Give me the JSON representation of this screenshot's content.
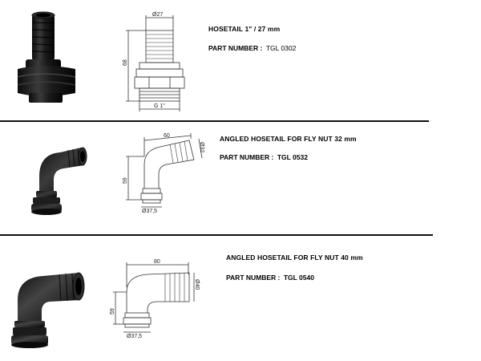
{
  "products": [
    {
      "title": "HOSETAIL 1\" / 27 mm",
      "part_label": "PART NUMBER :",
      "part_number": "TGL 0302",
      "dims": {
        "diameter": "Ø27",
        "height": "68",
        "thread": "G 1\""
      }
    },
    {
      "title": "ANGLED HOSETAIL FOR FLY NUT 32 mm",
      "part_label": "PART NUMBER :",
      "part_number": "TGL 0532",
      "dims": {
        "width": "60",
        "diameter": "Ø32",
        "height": "59",
        "base": "Ø37,5"
      }
    },
    {
      "title": "ANGLED HOSETAIL FOR FLY NUT 40 mm",
      "part_label": "PART NUMBER :",
      "part_number": "TGL 0540",
      "dims": {
        "width": "80",
        "diameter": "Ø40",
        "height": "59",
        "base": "Ø37,5"
      }
    }
  ],
  "colors": {
    "rule": "#111111",
    "part": "#1c1c1c",
    "drawing": "#333333"
  }
}
